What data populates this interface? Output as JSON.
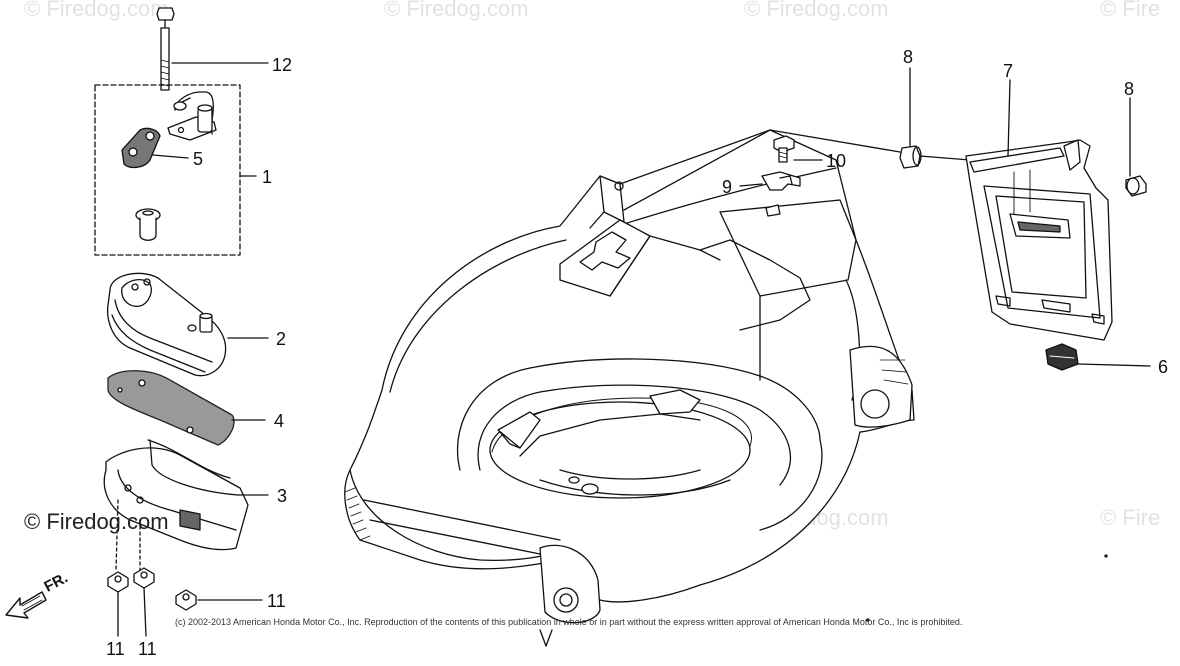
{
  "watermarks": {
    "text": "© Firedog.com",
    "partial": "© Fire",
    "dark": "© Firedog.com"
  },
  "callouts": {
    "c1": "1",
    "c2": "2",
    "c3": "3",
    "c4": "4",
    "c5": "5",
    "c6": "6",
    "c7": "7",
    "c8a": "8",
    "c8b": "8",
    "c9": "9",
    "c10": "10",
    "c11a": "11",
    "c11b": "11",
    "c11c": "11",
    "c12": "12"
  },
  "direction_label": "FR.",
  "copyright": "(c) 2002-2013 American Honda Motor Co., Inc. Reproduction of the contents of this publication in whole or in part without the express written approval of American Honda Motor Co., Inc is prohibited."
}
